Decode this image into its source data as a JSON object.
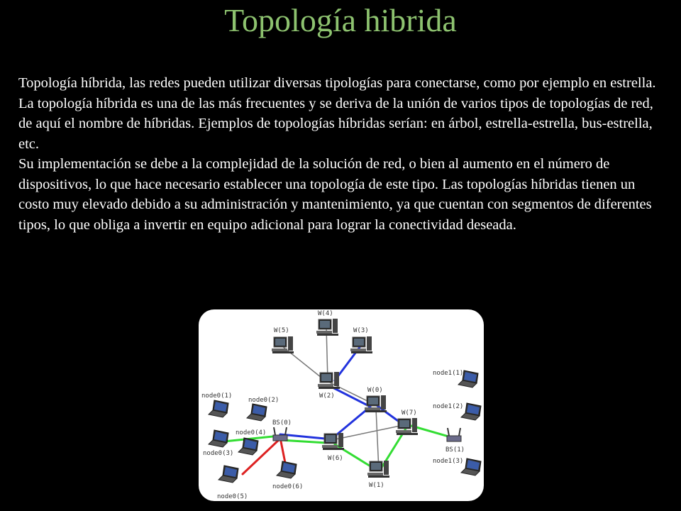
{
  "slide": {
    "title": "Topología hibrida",
    "paragraphs": [
      "Topología híbrida, las redes pueden utilizar diversas tipologías para conectarse, como por ejemplo en estrella.",
      "La topología híbrida es una de las más frecuentes y se deriva de la unión de varios tipos de topologías de red, de aquí el nombre de híbridas. Ejemplos de topologías híbridas serían: en árbol, estrella-estrella, bus-estrella, etc.",
      "Su implementación se debe a la complejidad de la solución de red, o bien al aumento en el número de dispositivos, lo que hace necesario establecer una topología de este tipo. Las topologías híbridas tienen un costo muy elevado debido a su administración y mantenimiento, ya que cuentan con segmentos de diferentes tipos, lo que obliga a invertir en equipo adicional para lograr la conectividad deseada."
    ]
  },
  "diagram": {
    "labels": {
      "w4": "W(4)",
      "w5": "W(5)",
      "w3": "W(3)",
      "w2": "W(2)",
      "w0": "W(0)",
      "w7": "W(7)",
      "w6": "W(6)",
      "w1": "W(1)",
      "bs0": "BS(0)",
      "bs1": "BS(1)",
      "node0_1": "node0(1)",
      "node0_2": "node0(2)",
      "node0_4": "node0(4)",
      "node0_3": "node0(3)",
      "node0_5": "node0(5)",
      "node0_6": "node0(6)",
      "node1_1": "node1(1)",
      "node1_2": "node1(2)",
      "node1_3": "node1(3)"
    },
    "colors": {
      "title": "#8dc26f",
      "link_gray": "#777777",
      "link_blue": "#2233dd",
      "link_green": "#33dd33",
      "link_red": "#dd2222"
    }
  }
}
